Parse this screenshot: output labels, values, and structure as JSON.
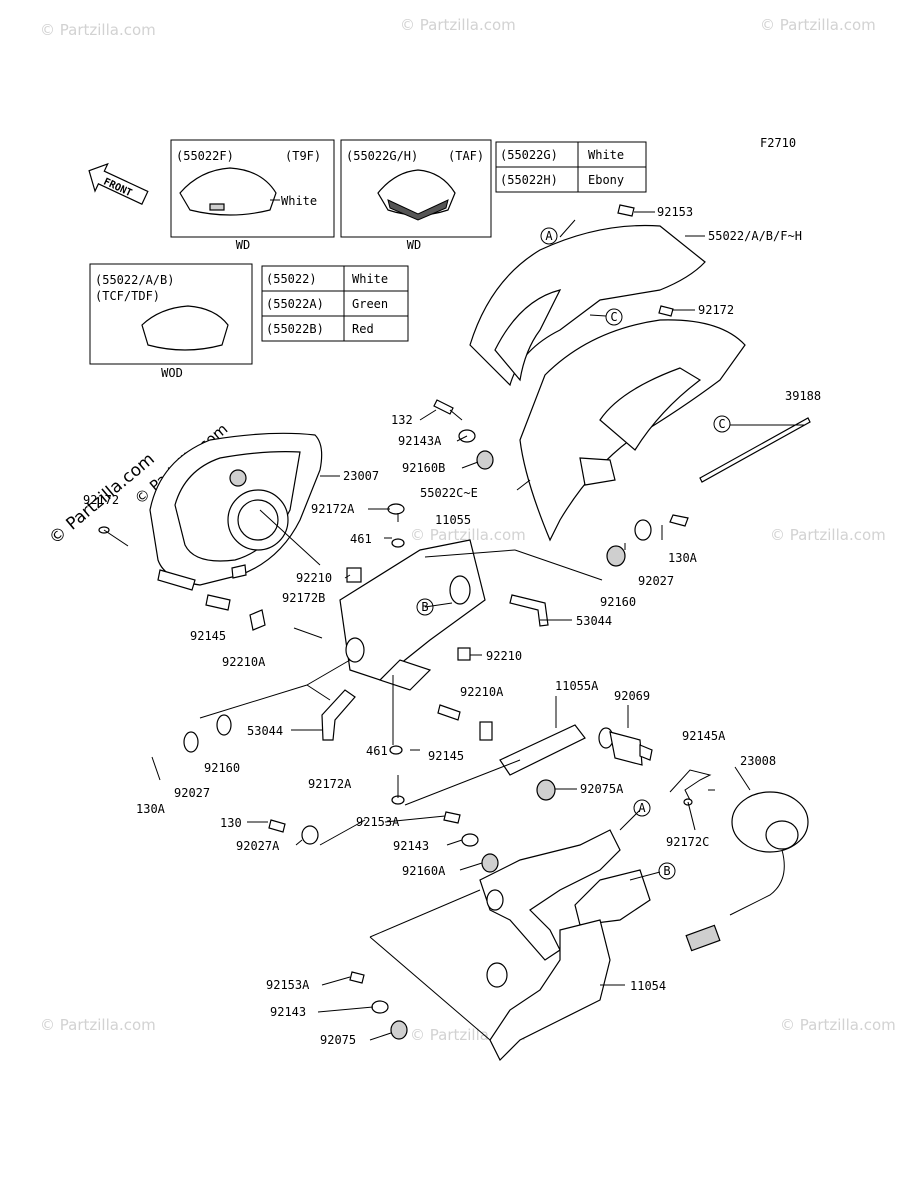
{
  "diagram_code": "F2710",
  "front_label": "FRONT",
  "watermarks": [
    "© Partzilla.com",
    "© Partzilla.com",
    "© Partzilla.com",
    "© Partzilla.com",
    "© Partzilla.com",
    "© Partzilla.com",
    "© Partzilla.com",
    "© Partzilla.com",
    "© Partzilla.com",
    "© Partzilla.com"
  ],
  "variant_boxes": {
    "f_head": "(55022F)",
    "f_code": "(T9F)",
    "f_color": "White",
    "f_foot": "WD",
    "gh_head": "(55022G/H)",
    "gh_code": "(TAF)",
    "gh_foot": "WD",
    "ab_head": "(55022/A/B)",
    "ab_code": "(TCF/TDF)",
    "ab_foot": "WOD"
  },
  "color_table_gh": [
    {
      "part": "(55022G)",
      "color": "White"
    },
    {
      "part": "(55022H)",
      "color": "Ebony"
    }
  ],
  "color_table_ab": [
    {
      "part": "(55022)",
      "color": "White"
    },
    {
      "part": "(55022A)",
      "color": "Green"
    },
    {
      "part": "(55022B)",
      "color": "Red"
    }
  ],
  "callout_letters": [
    "A",
    "C",
    "B",
    "C",
    "A",
    "B"
  ],
  "part_numbers": {
    "p92153_top": "92153",
    "p55022_main": "55022/A/B/F~H",
    "p92172": "92172",
    "p39188": "39188",
    "p132": "132",
    "p92143A": "92143A",
    "p92160B": "92160B",
    "p55022CE": "55022C~E",
    "p23007": "23007",
    "p92172_left": "92172",
    "p92172A_top": "92172A",
    "p461_top": "461",
    "p11055": "11055",
    "p92210_left": "92210",
    "p92172B": "92172B",
    "p92145_left": "92145",
    "p92210A_left": "92210A",
    "p130A_right": "130A",
    "p92027_right": "92027",
    "p92160_right": "92160",
    "p53044_right": "53044",
    "p92210_mid": "92210",
    "p92210A_mid": "92210A",
    "p11055A": "11055A",
    "p92069": "92069",
    "p53044_left": "53044",
    "p461_bot": "461",
    "p92145_mid": "92145",
    "p92172A_bot": "92172A",
    "p92160_left": "92160",
    "p92027_left": "92027",
    "p130A_left": "130A",
    "p92075A": "92075A",
    "p92145A": "92145A",
    "p23008": "23008",
    "p130": "130",
    "p92027A": "92027A",
    "p92153A_top": "92153A",
    "p92143_top": "92143",
    "p92160A": "92160A",
    "p92172C": "92172C",
    "p92153A_bot": "92153A",
    "p11054": "11054",
    "p92143_bot": "92143",
    "p92075": "92075"
  }
}
